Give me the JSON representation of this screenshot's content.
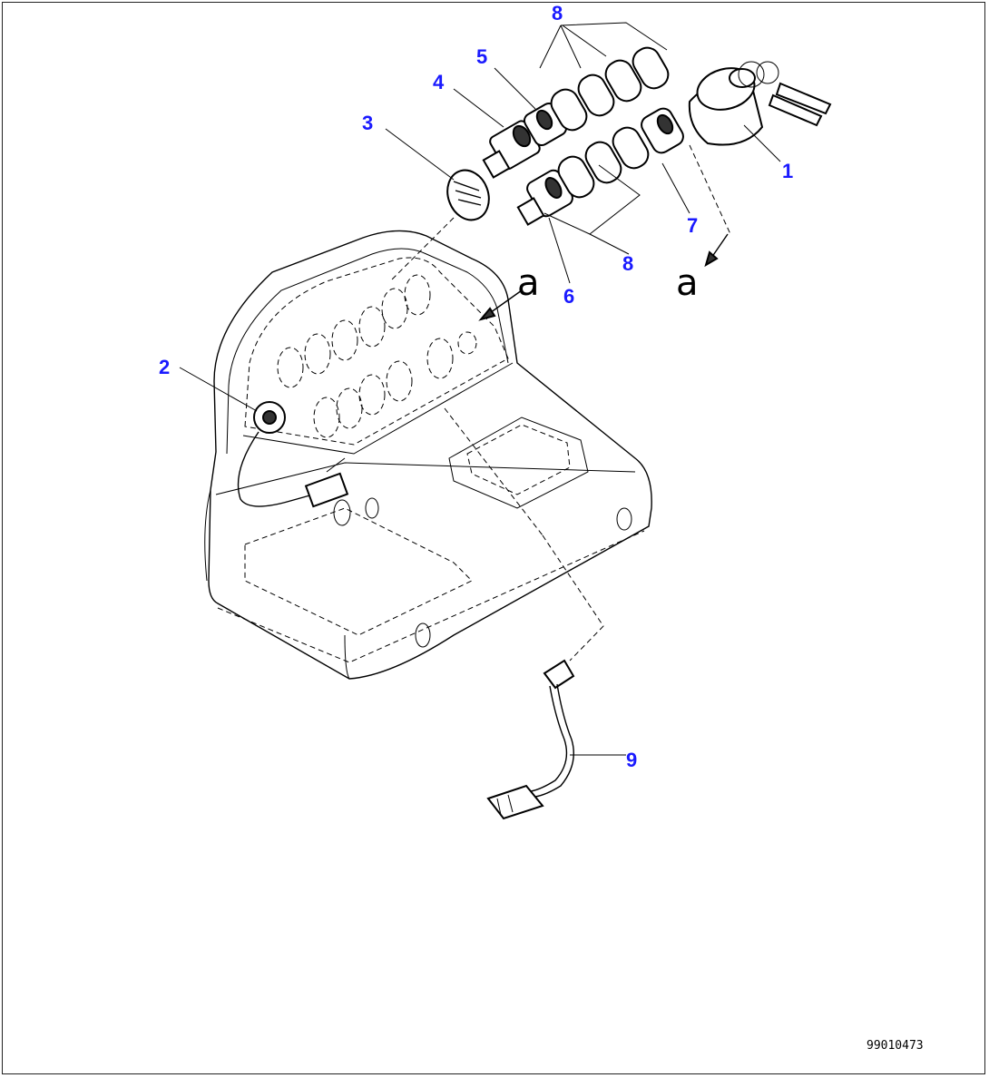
{
  "callouts": {
    "c1": "1",
    "c2": "2",
    "c3": "3",
    "c4": "4",
    "c5": "5",
    "c6": "6",
    "c7": "7",
    "c8_top": "8",
    "c8_bottom": "8",
    "c9": "9"
  },
  "view_labels": {
    "a_panel": "a",
    "a_arrow": "a"
  },
  "drawing_code": "99010473",
  "colors": {
    "callout": "#1a1aff",
    "line": "#000000"
  }
}
